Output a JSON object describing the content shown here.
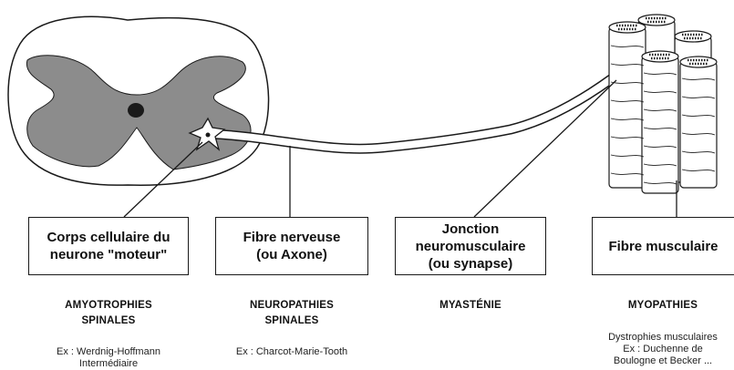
{
  "boxes": {
    "cell_body": {
      "lines": [
        "Corps cellulaire du",
        "neurone \"moteur\""
      ]
    },
    "nerve_fiber": {
      "lines": [
        "Fibre nerveuse",
        "(ou Axone)"
      ]
    },
    "junction": {
      "lines": [
        "Jonction",
        "neuromusculaire",
        "(ou synapse)"
      ]
    },
    "muscle_fiber": {
      "lines": [
        "Fibre musculaire"
      ]
    }
  },
  "categories": {
    "amyotrophies": {
      "lines": [
        "AMYOTROPHIES",
        "SPINALES"
      ]
    },
    "neuropathies": {
      "lines": [
        "NEUROPATHIES",
        "SPINALES"
      ]
    },
    "myasthenie": {
      "lines": [
        "MYASTÉNIE"
      ]
    },
    "myopathies": {
      "lines": [
        "MYOPATHIES"
      ]
    }
  },
  "examples": {
    "amyotrophies": {
      "lines": [
        "Ex : Werdnig-Hoffmann",
        "Intermédiaire"
      ]
    },
    "neuropathies": {
      "lines": [
        "Ex : Charcot-Marie-Tooth"
      ]
    },
    "myopathies": {
      "lines": [
        "Dystrophies musculaires",
        "Ex : Duchenne de",
        "Boulogne et  Becker ..."
      ]
    }
  },
  "colors": {
    "outline": "#1a1a1a",
    "grey_matter": "#8c8c8c",
    "white_matter": "#ffffff",
    "canal": "#1a1a1a"
  }
}
